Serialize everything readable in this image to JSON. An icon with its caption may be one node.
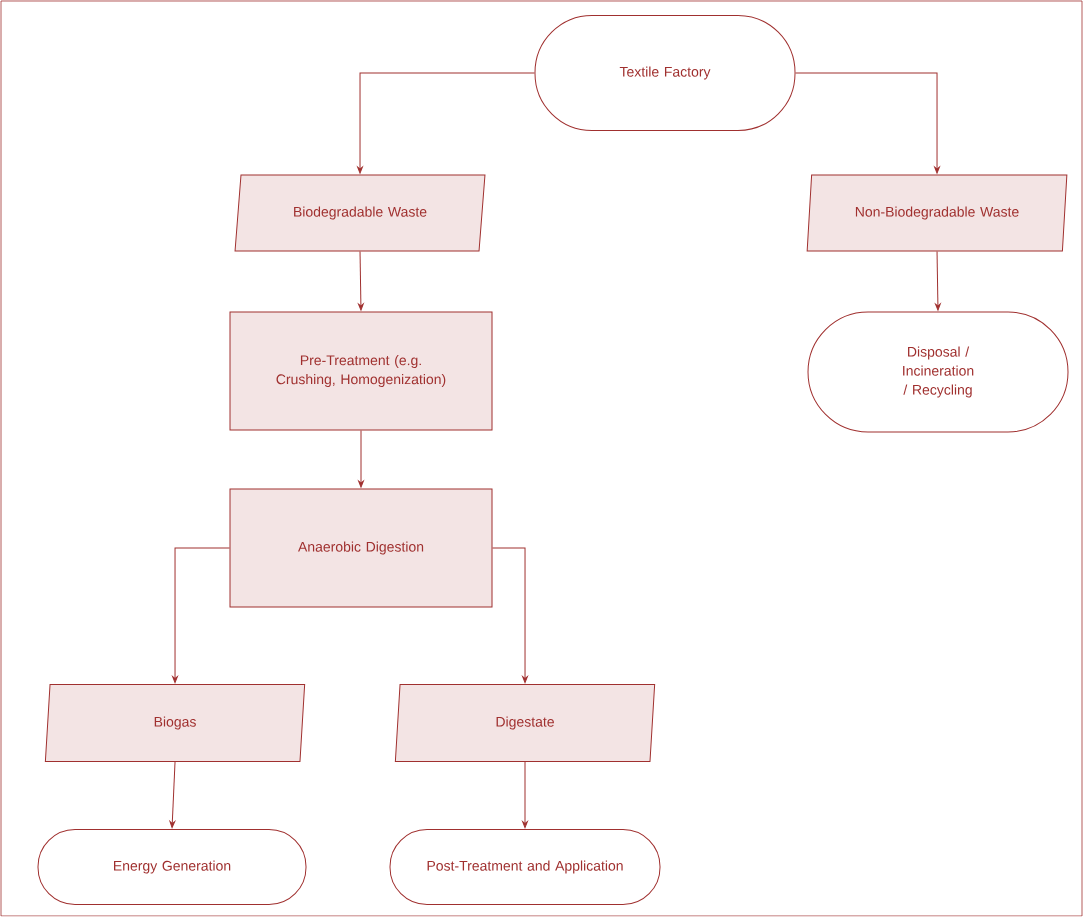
{
  "diagram": {
    "nodes": [
      {
        "text": [
          "Textile Factory"
        ]
      },
      {
        "text": [
          "Biodegradable Waste"
        ]
      },
      {
        "text": [
          "Non-Biodegradable Waste"
        ]
      },
      {
        "text": [
          "Pre-Treatment (e.g. Crushing, Homogenization)"
        ]
      },
      {
        "text": [
          "Disposal / Incineration / Recycling"
        ]
      },
      {
        "text": [
          "Anaerobic Digestion"
        ]
      },
      {
        "text": [
          "Biogas"
        ]
      },
      {
        "text": [
          "Digestate"
        ]
      },
      {
        "text": [
          "Energy Generation"
        ]
      },
      {
        "text": [
          "Post-Treatment and Application"
        ]
      }
    ],
    "edges": [
      {
        "from": 0,
        "to": 1,
        "arrow": "to"
      },
      {
        "from": 0,
        "to": 2,
        "arrow": "to"
      },
      {
        "from": 1,
        "to": 3,
        "arrow": "to"
      },
      {
        "from": 2,
        "to": 4,
        "arrow": "to"
      },
      {
        "from": 3,
        "to": 5,
        "arrow": "to"
      },
      {
        "from": 5,
        "to": 6,
        "arrow": "to"
      },
      {
        "from": 5,
        "to": 7,
        "arrow": "to"
      },
      {
        "from": 6,
        "to": 8,
        "arrow": "to"
      },
      {
        "from": 7,
        "to": 9,
        "arrow": "to"
      }
    ]
  }
}
